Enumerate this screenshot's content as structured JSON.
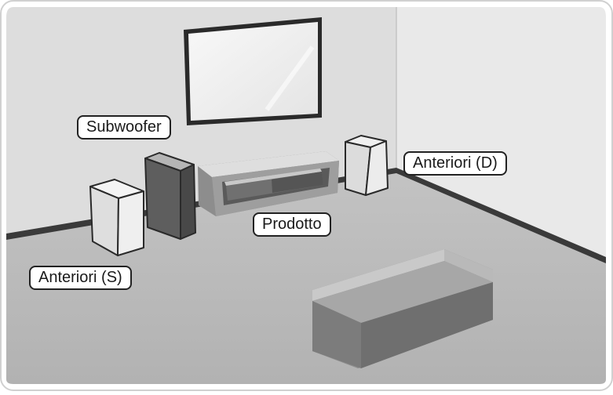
{
  "labels": {
    "subwoofer": "Subwoofer",
    "front_right": "Anteriori (D)",
    "product": "Prodotto",
    "front_left": "Anteriori (S)"
  }
}
